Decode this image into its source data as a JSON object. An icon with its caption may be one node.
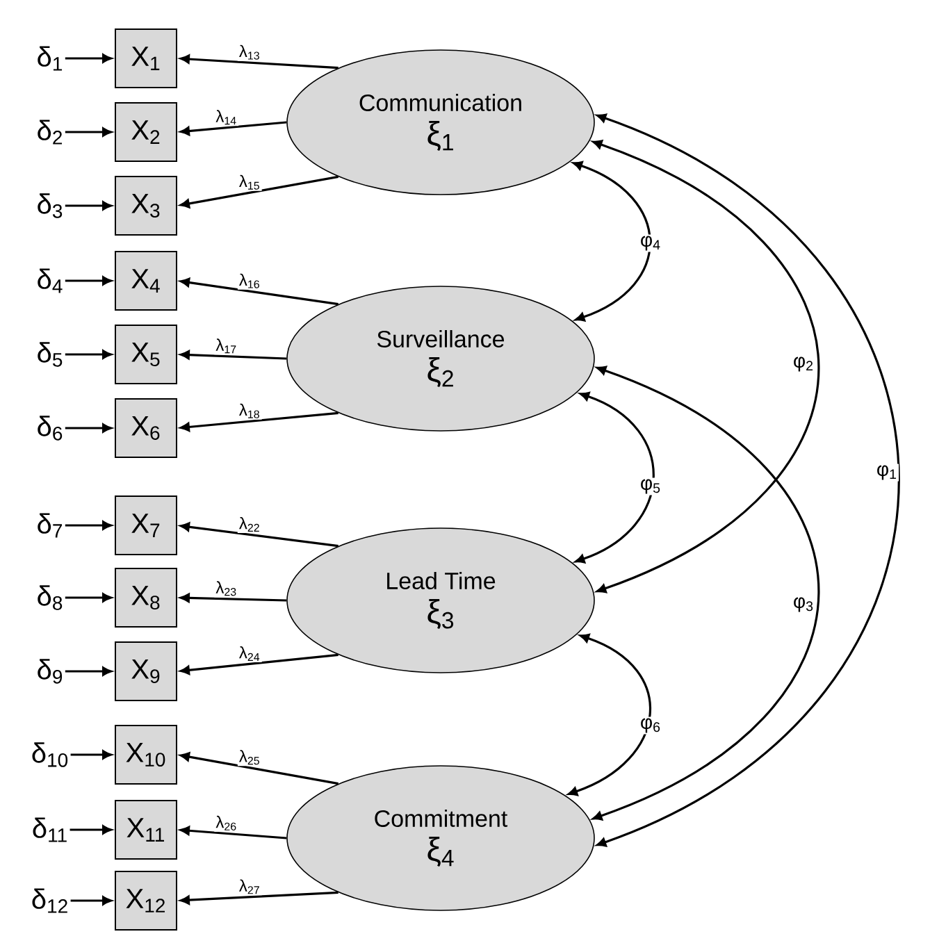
{
  "diagram": {
    "nodes": [
      {
        "text": [
          "δ$_{1}$"
        ]
      },
      {
        "text": [
          "X$_{1}$"
        ]
      },
      {
        "text": [
          "δ$_{2}$"
        ]
      },
      {
        "text": [
          "X$_{2}$"
        ]
      },
      {
        "text": [
          "δ$_{3}$"
        ]
      },
      {
        "text": [
          "X$_{3}$"
        ]
      },
      {
        "text": [
          "δ$_{4}$"
        ]
      },
      {
        "text": [
          "X$_{4}$"
        ]
      },
      {
        "text": [
          "δ$_{5}$"
        ]
      },
      {
        "text": [
          "X$_{5}$"
        ]
      },
      {
        "text": [
          "δ$_{6}$"
        ]
      },
      {
        "text": [
          "X$_{6}$"
        ]
      },
      {
        "text": [
          "δ$_{7}$"
        ]
      },
      {
        "text": [
          "X$_{7}$"
        ]
      },
      {
        "text": [
          "δ$_{8}$"
        ]
      },
      {
        "text": [
          "X$_{8}$"
        ]
      },
      {
        "text": [
          "δ$_{9}$"
        ]
      },
      {
        "text": [
          "X$_{9}$"
        ]
      },
      {
        "text": [
          "δ$_{10}$"
        ]
      },
      {
        "text": [
          "X$_{10}$"
        ]
      },
      {
        "text": [
          "δ$_{11}$"
        ]
      },
      {
        "text": [
          "X$_{11}$"
        ]
      },
      {
        "text": [
          "δ$_{12}$"
        ]
      },
      {
        "text": [
          "X$_{12}$"
        ]
      },
      {
        "text": [
          "Communication",
          "ξ$_{1}$"
        ]
      },
      {
        "text": [
          "Surveillance",
          "ξ$_{2}$"
        ]
      },
      {
        "text": [
          "Lead Time",
          "ξ$_{3}$"
        ]
      },
      {
        "text": [
          "Commitment",
          "ξ$_{4}$"
        ]
      }
    ],
    "edges": [
      {
        "from": 0,
        "to": 1,
        "arrow": "to"
      },
      {
        "from": 2,
        "to": 3,
        "arrow": "to"
      },
      {
        "from": 4,
        "to": 5,
        "arrow": "to"
      },
      {
        "from": 6,
        "to": 7,
        "arrow": "to"
      },
      {
        "from": 8,
        "to": 9,
        "arrow": "to"
      },
      {
        "from": 10,
        "to": 11,
        "arrow": "to"
      },
      {
        "from": 12,
        "to": 13,
        "arrow": "to"
      },
      {
        "from": 14,
        "to": 15,
        "arrow": "to"
      },
      {
        "from": 16,
        "to": 17,
        "arrow": "to"
      },
      {
        "from": 18,
        "to": 19,
        "arrow": "to"
      },
      {
        "from": 20,
        "to": 21,
        "arrow": "to"
      },
      {
        "from": 22,
        "to": 23,
        "arrow": "to"
      },
      {
        "from": 24,
        "to": 1,
        "arrow": "to",
        "label": "λ$_{13}$"
      },
      {
        "from": 24,
        "to": 3,
        "arrow": "to",
        "label": "λ$_{14}$"
      },
      {
        "from": 24,
        "to": 5,
        "arrow": "to",
        "label": "λ$_{15}$"
      },
      {
        "from": 25,
        "to": 7,
        "arrow": "to",
        "label": "λ$_{16}$"
      },
      {
        "from": 25,
        "to": 9,
        "arrow": "to",
        "label": "λ$_{17}$"
      },
      {
        "from": 25,
        "to": 11,
        "arrow": "to",
        "label": "λ$_{18}$"
      },
      {
        "from": 26,
        "to": 13,
        "arrow": "to",
        "label": "λ$_{22}$"
      },
      {
        "from": 26,
        "to": 15,
        "arrow": "to",
        "label": "λ$_{23}$"
      },
      {
        "from": 26,
        "to": 17,
        "arrow": "to",
        "label": "λ$_{24}$"
      },
      {
        "from": 27,
        "to": 19,
        "arrow": "to",
        "label": "λ$_{25}$"
      },
      {
        "from": 27,
        "to": 21,
        "arrow": "to",
        "label": "λ$_{26}$"
      },
      {
        "from": 27,
        "to": 23,
        "arrow": "to",
        "label": "λ$_{27}$"
      },
      {
        "from": 24,
        "to": 27,
        "arrow": "both",
        "label": "φ$_{1}$"
      },
      {
        "from": 24,
        "to": 26,
        "arrow": "both",
        "label": "φ$_{2}$"
      },
      {
        "from": 25,
        "to": 27,
        "arrow": "both",
        "label": "φ$_{3}$"
      },
      {
        "from": 24,
        "to": 25,
        "arrow": "both",
        "label": "φ$_{4}$"
      },
      {
        "from": 25,
        "to": 26,
        "arrow": "both",
        "label": "φ$_{5}$"
      },
      {
        "from": 26,
        "to": 27,
        "arrow": "both",
        "label": "φ$_{6}$"
      }
    ]
  }
}
